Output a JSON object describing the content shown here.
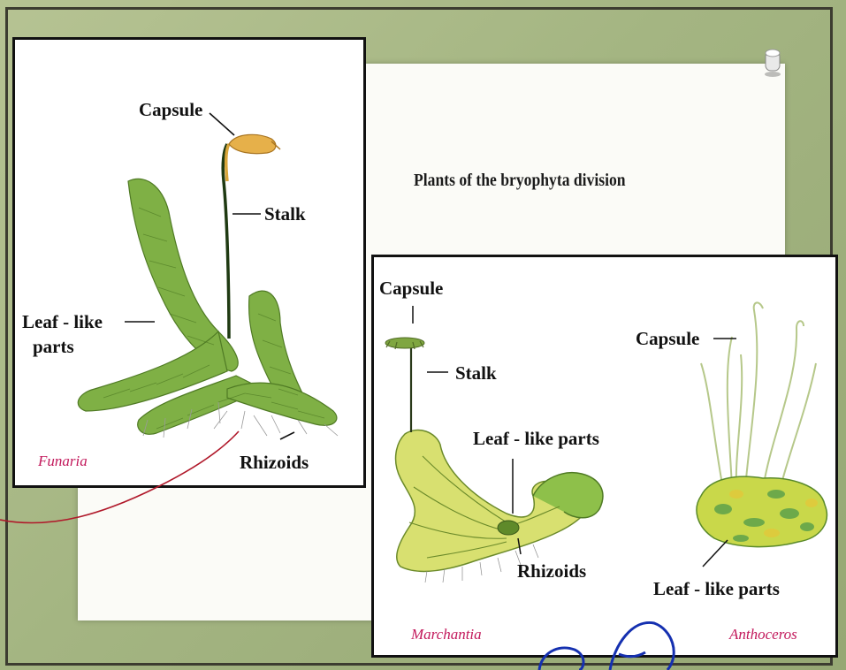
{
  "caption": "Plants of the bryophyta division",
  "funaria": {
    "species": "Funaria",
    "labels": {
      "capsule": "Capsule",
      "stalk": "Stalk",
      "leaf_line1": "Leaf - like",
      "leaf_line2": "parts",
      "rhizoids": "Rhizoids"
    }
  },
  "marchantia": {
    "species": "Marchantia",
    "labels": {
      "capsule": "Capsule",
      "stalk": "Stalk",
      "leaf": "Leaf - like parts",
      "rhizoids": "Rhizoids"
    }
  },
  "anthoceros": {
    "species": "Anthoceros",
    "labels": {
      "capsule": "Capsule",
      "leaf": "Leaf - like parts"
    }
  },
  "colors": {
    "leaf_green": "#7fb045",
    "thallus_yellow": "#d8e070",
    "capsule_orange": "#e6b04a",
    "species_label": "#c2185b",
    "board": "#a9b88a"
  }
}
